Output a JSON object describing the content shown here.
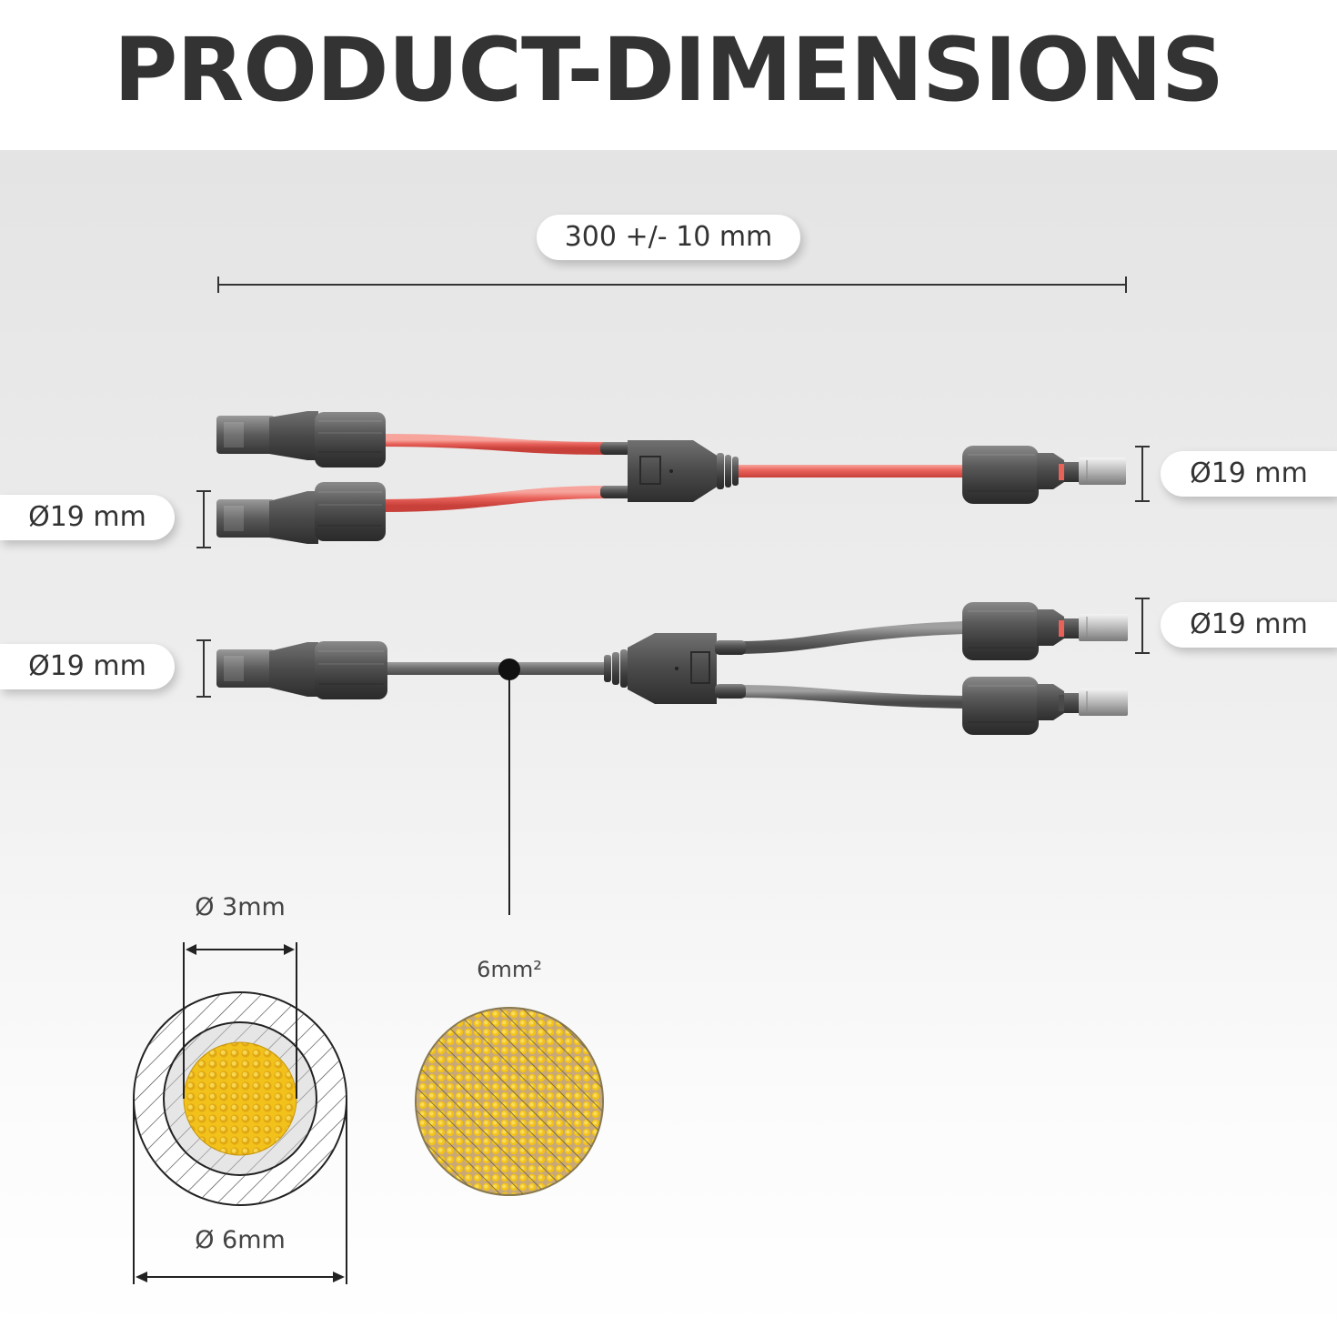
{
  "title": "PRODUCT-DIMENSIONS",
  "dimensions": {
    "length": "300 +/- 10 mm",
    "diameter_red_left": "Ø19 mm",
    "diameter_red_right": "Ø19 mm",
    "diameter_grey_left": "Ø19 mm",
    "diameter_grey_right": "Ø19 mm",
    "inner_diameter": "Ø 3mm",
    "outer_diameter": "Ø 6mm",
    "cross_section": "6mm²"
  },
  "colors": {
    "red_cable": "#e8625a",
    "grey_cable": "#6f6f6f",
    "connector": "#4a4a4a",
    "copper": "#f2c21a"
  },
  "icons": [
    "y-connector-red",
    "y-connector-grey",
    "cable-cross-section",
    "wire-strands"
  ]
}
